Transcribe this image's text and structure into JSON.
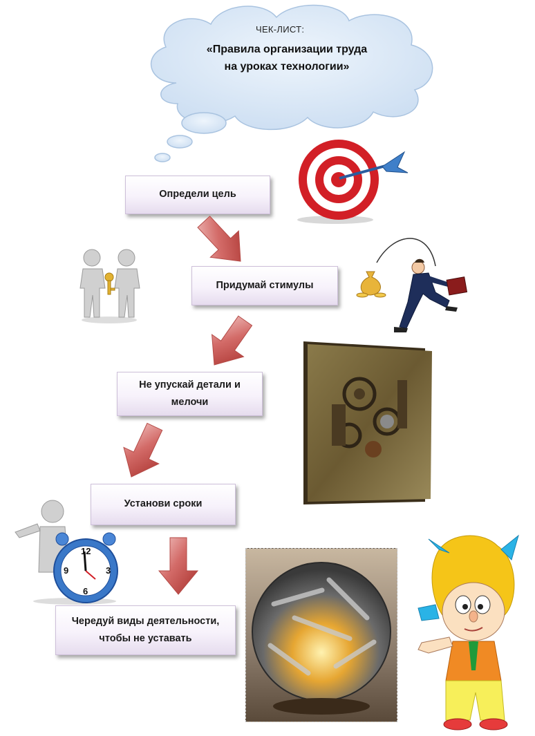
{
  "cloud": {
    "subtitle": "ЧЕК-ЛИСТ:",
    "title_line1": "«Правила организации труда",
    "title_line2": "на уроках технологии»"
  },
  "steps": [
    {
      "label": "Определи цель"
    },
    {
      "label": "Придумай стимулы"
    },
    {
      "label_line1": "Не упускай детали и",
      "label_line2": "мелочи"
    },
    {
      "label": "Установи сроки"
    },
    {
      "label_line1": "Чередуй виды деятельности,",
      "label_line2": "чтобы не уставать"
    }
  ],
  "colors": {
    "cloud_fill": "#dce9f7",
    "arrow": "#c0504d",
    "target_red": "#d21f26",
    "box_border": "#cdbfd9"
  },
  "icons": [
    "target-with-dart",
    "people-with-key",
    "money-bag",
    "running-businessman",
    "gear-collage-picture",
    "alarm-clock-figure",
    "key-sphere-lamp",
    "cartoon-boy"
  ]
}
